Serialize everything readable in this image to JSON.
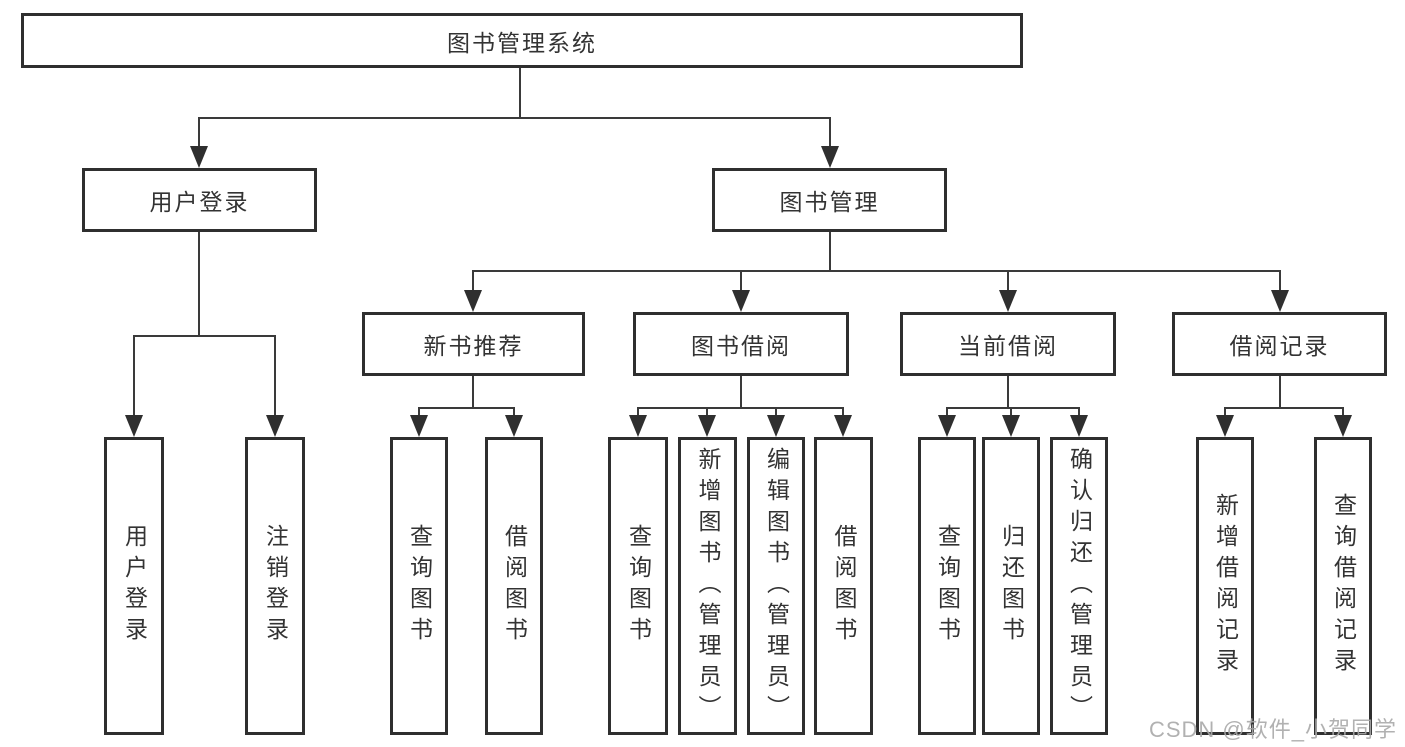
{
  "diagram": {
    "root": {
      "label": "图书管理系统"
    },
    "level2": [
      {
        "id": "user-login",
        "label": "用户登录"
      },
      {
        "id": "book-management",
        "label": "图书管理"
      }
    ],
    "level3": [
      {
        "id": "new-book-recommend",
        "label": "新书推荐",
        "parent": "book-management"
      },
      {
        "id": "book-borrow",
        "label": "图书借阅",
        "parent": "book-management"
      },
      {
        "id": "current-borrow",
        "label": "当前借阅",
        "parent": "book-management"
      },
      {
        "id": "borrow-records",
        "label": "借阅记录",
        "parent": "book-management"
      }
    ],
    "leaves": {
      "user_login": [
        {
          "label": "用户登录"
        },
        {
          "label": "注销登录"
        }
      ],
      "new_book_recommend": [
        {
          "label": "查询图书"
        },
        {
          "label": "借阅图书"
        }
      ],
      "book_borrow": [
        {
          "label": "查询图书"
        },
        {
          "label": "新增图书（管理员）"
        },
        {
          "label": "编辑图书（管理员）"
        },
        {
          "label": "借阅图书"
        }
      ],
      "current_borrow": [
        {
          "label": "查询图书"
        },
        {
          "label": "归还图书"
        },
        {
          "label": "确认归还（管理员）"
        }
      ],
      "borrow_records": [
        {
          "label": "新增借阅记录"
        },
        {
          "label": "查询借阅记录"
        }
      ]
    }
  },
  "watermark": {
    "text": "CSDN @软件_小贺同学"
  },
  "colors": {
    "line": "#3a3a3a",
    "border": "#2f2f2f",
    "text": "#333333",
    "watermark": "#a8a8a8",
    "background": "#ffffff"
  }
}
